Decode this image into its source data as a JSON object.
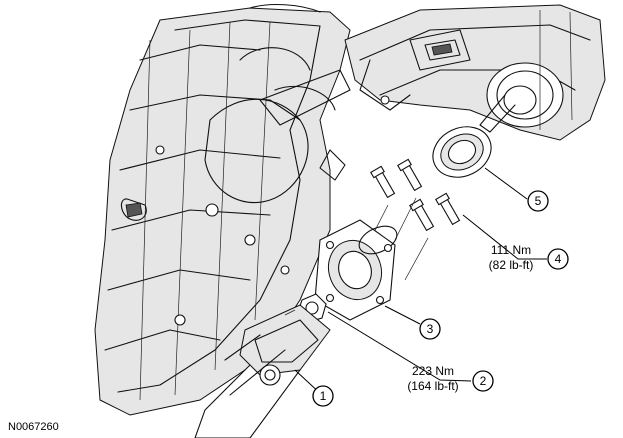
{
  "figure_id": "N0067260",
  "callouts": [
    {
      "number": "1"
    },
    {
      "number": "2",
      "torque_nm": "223 Nm",
      "torque_lbft": "(164 lb-ft)"
    },
    {
      "number": "3"
    },
    {
      "number": "4",
      "torque_nm": "111 Nm",
      "torque_lbft": "(82 lb-ft)"
    },
    {
      "number": "5"
    }
  ]
}
